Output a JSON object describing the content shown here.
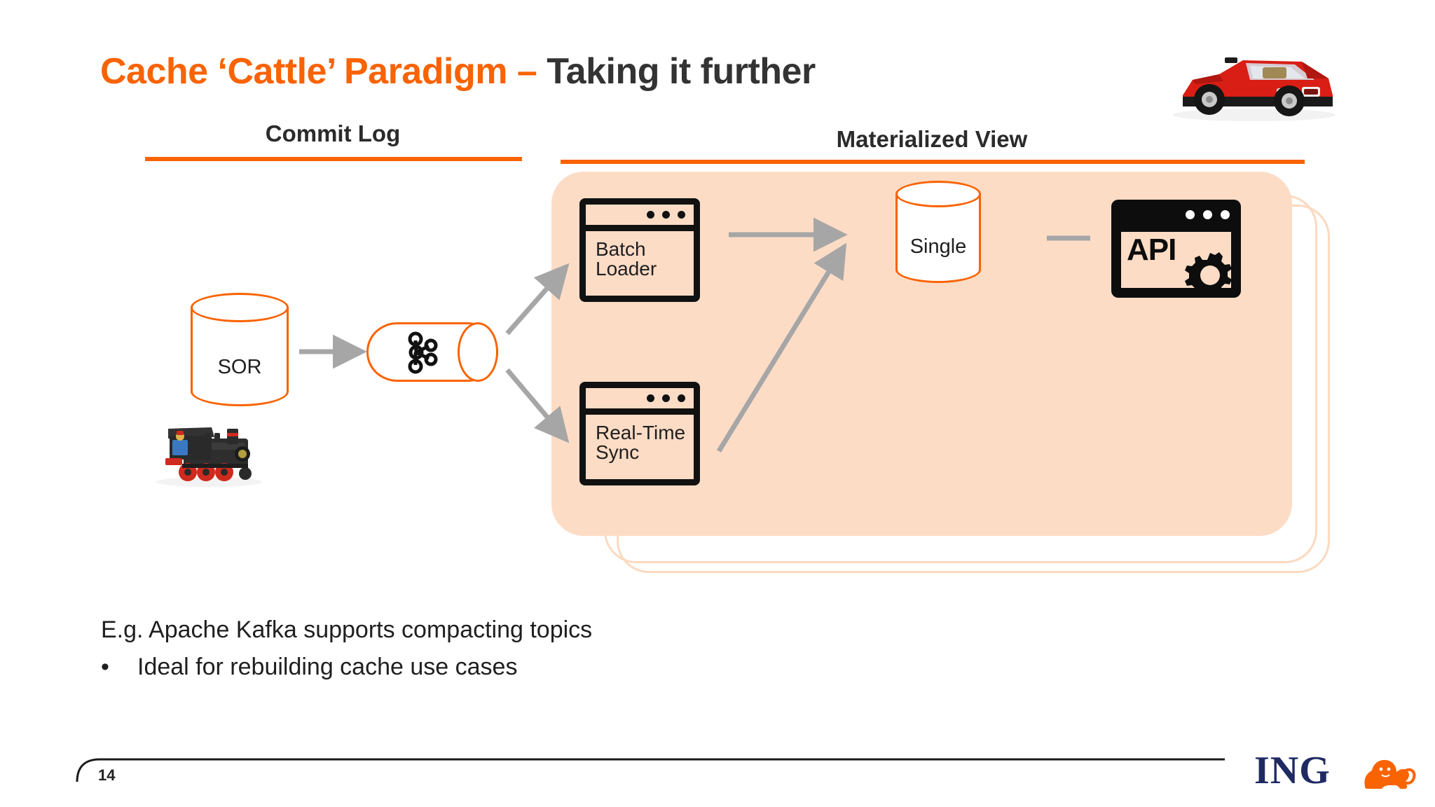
{
  "slide": {
    "title": {
      "accent_text": "Cache ‘Cattle’ Paradigm – ",
      "plain_text": "Taking it further"
    },
    "sections": [
      {
        "id": "commit-log",
        "label": "Commit Log"
      },
      {
        "id": "materialized-view",
        "label": "Materialized View"
      }
    ],
    "diagram": {
      "source_store": {
        "label": "SOR",
        "shape": "cylinder"
      },
      "commit_log_pipe": {
        "label": "",
        "icon": "kafka-logo",
        "shape": "pipe"
      },
      "processors": [
        {
          "id": "batch-loader",
          "label": "Batch\nLoader",
          "icon": "browser-window-icon"
        },
        {
          "id": "real-time-sync",
          "label": "Real-Time\nSync",
          "icon": "browser-window-icon"
        }
      ],
      "materialized_store": {
        "label": "Single",
        "shape": "cylinder"
      },
      "api_endpoint": {
        "label": "API",
        "icon": "api-gear-window-icon"
      },
      "photos": [
        {
          "id": "lego-train",
          "alt": "black lego steam locomotive"
        },
        {
          "id": "lego-car",
          "alt": "red lego sports car"
        }
      ]
    },
    "body": {
      "lead": "E.g. Apache Kafka supports compacting topics",
      "bullet_marker": "•",
      "bullet": "Ideal for rebuilding cache use cases"
    },
    "footer": {
      "page_number": "14",
      "brand": "ING"
    },
    "colors": {
      "accent_orange": "#F96302",
      "peach_fill": "#FDDCC6",
      "peach_outline": "#FBD9C0",
      "arrow_grey": "#A6A6A6",
      "dark_text": "#333333",
      "brand_navy": "#1F2A63"
    }
  }
}
